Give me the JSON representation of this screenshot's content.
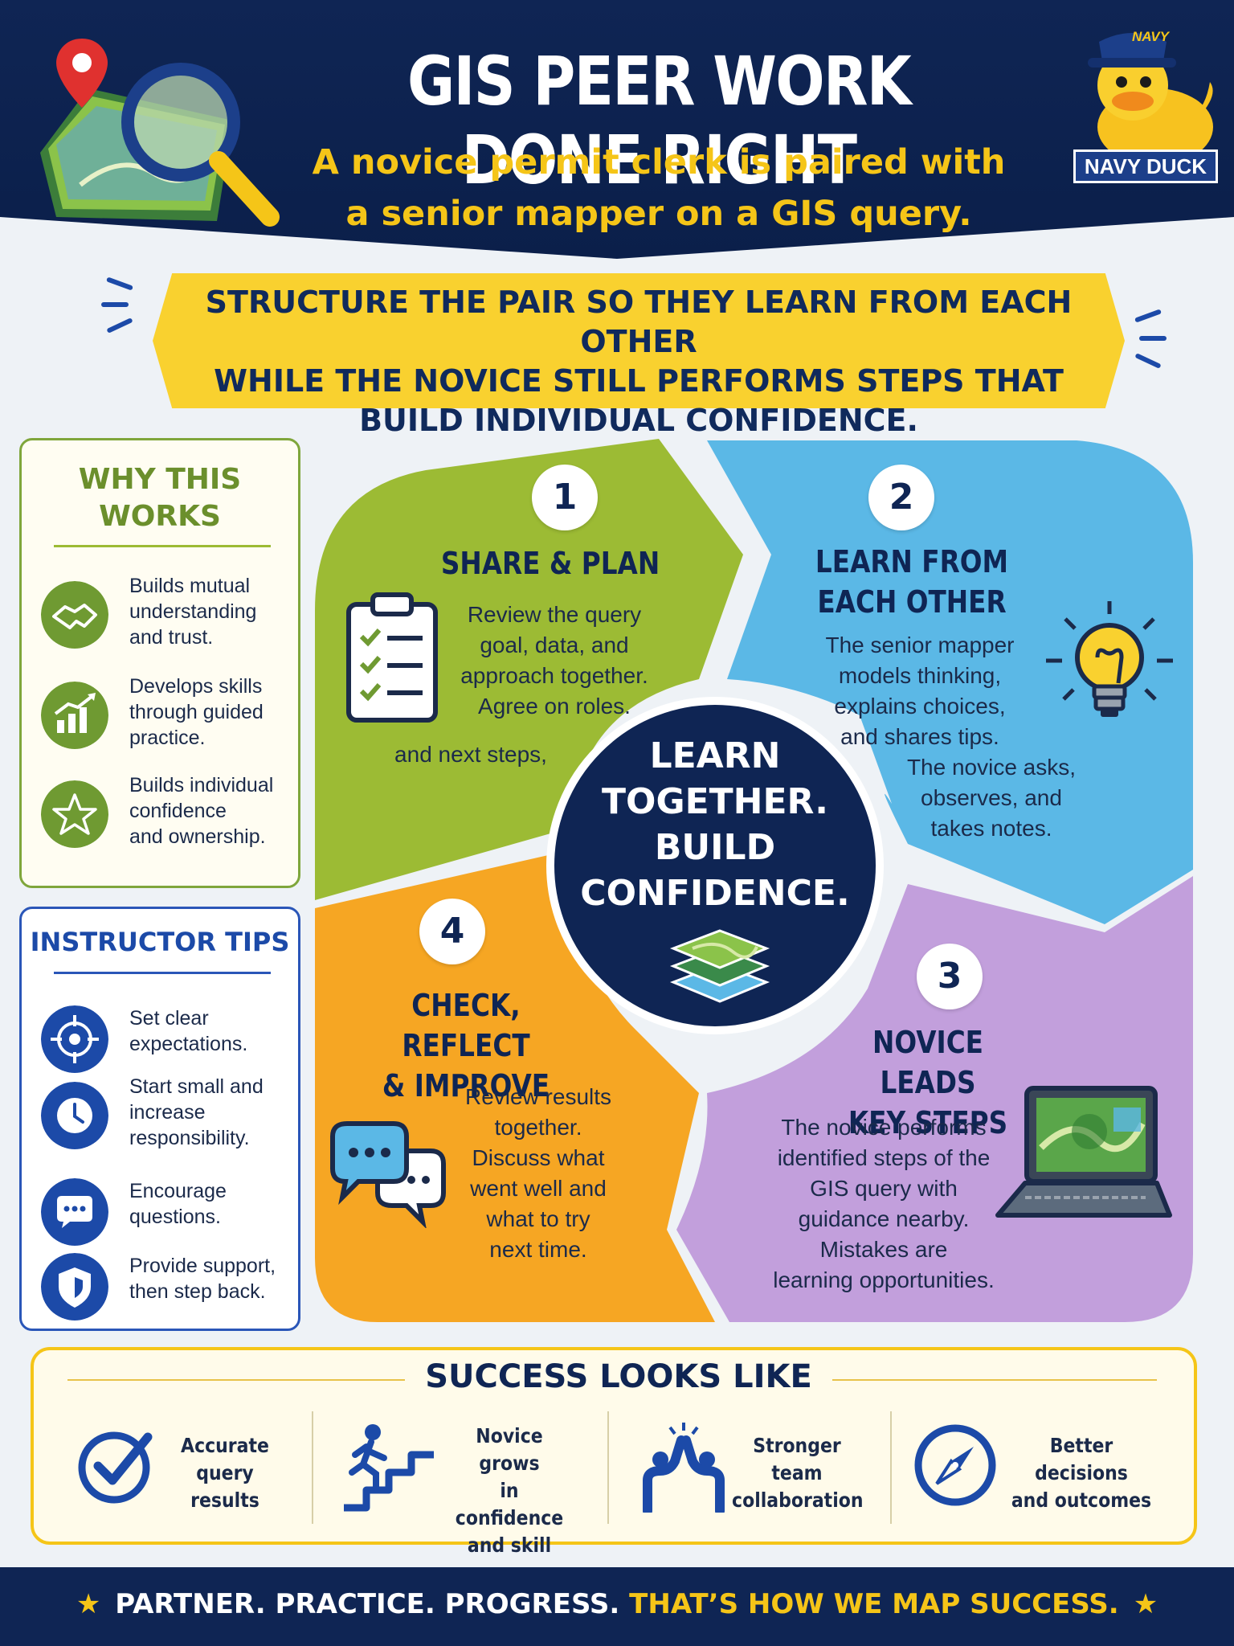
{
  "header": {
    "title": "GIS PEER WORK DONE RIGHT",
    "subtitle_line1": "A novice permit clerk is paired with",
    "subtitle_line2": "a senior mapper on a GIS query.",
    "duck_cap_text": "NAVY",
    "duck_badge": "NAVY DUCK"
  },
  "banner": {
    "line1": "STRUCTURE THE PAIR SO THEY LEARN FROM EACH OTHER",
    "line2": "WHILE THE NOVICE STILL PERFORMS STEPS THAT",
    "line3": "BUILD INDIVIDUAL CONFIDENCE."
  },
  "why": {
    "title_line1": "WHY THIS",
    "title_line2": "WORKS",
    "items": [
      {
        "icon": "handshake-icon",
        "l1": "Builds mutual",
        "l2": "understanding",
        "l3": "and trust."
      },
      {
        "icon": "growth-chart-icon",
        "l1": "Develops skills",
        "l2": "through guided",
        "l3": "practice."
      },
      {
        "icon": "star-icon",
        "l1": "Builds individual",
        "l2": "confidence",
        "l3": "and ownership."
      }
    ]
  },
  "tips": {
    "title": "INSTRUCTOR TIPS",
    "items": [
      {
        "icon": "target-icon",
        "l1": "Set clear",
        "l2": "expectations.",
        "l3": ""
      },
      {
        "icon": "clock-icon",
        "l1": "Start small and",
        "l2": "increase",
        "l3": "responsibility."
      },
      {
        "icon": "chat-icon",
        "l1": "Encourage",
        "l2": "questions.",
        "l3": ""
      },
      {
        "icon": "shield-icon",
        "l1": "Provide support,",
        "l2": "then step back.",
        "l3": ""
      }
    ]
  },
  "cycle": {
    "center_line1": "LEARN",
    "center_line2": "TOGETHER.",
    "center_line3": "BUILD",
    "center_line4": "CONFIDENCE.",
    "steps": [
      {
        "number": "1",
        "title_l1": "SHARE & PLAN",
        "title_l2": "",
        "body": [
          "Review the query",
          "goal, data, and",
          "approach together.",
          "Agree on roles."
        ],
        "extra": "and next steps,",
        "icon": "clipboard-icon",
        "color": "#9cbb34"
      },
      {
        "number": "2",
        "title_l1": "LEARN FROM",
        "title_l2": "EACH OTHER",
        "body": [
          "The senior mapper",
          "models thinking,",
          "explains choices,",
          "and shares tips.",
          "The novice asks,",
          "observes, and",
          "takes notes."
        ],
        "icon": "lightbulb-icon",
        "color": "#5bb8e6"
      },
      {
        "number": "3",
        "title_l1": "NOVICE LEADS",
        "title_l2": "KEY STEPS",
        "body": [
          "The novice performs",
          "identified steps of the",
          "GIS query with",
          "guidance nearby.",
          "Mistakes are",
          "learning opportunities."
        ],
        "icon": "laptop-icon",
        "color": "#c29fdc"
      },
      {
        "number": "4",
        "title_l1": "CHECK, REFLECT",
        "title_l2": "& IMPROVE",
        "body": [
          "Review results",
          "together.",
          "Discuss what",
          "went well and",
          "what to try",
          "next time."
        ],
        "icon": "speech-bubbles-icon",
        "color": "#f6a623"
      }
    ]
  },
  "success": {
    "title": "SUCCESS LOOKS LIKE",
    "items": [
      {
        "icon": "checkmark-icon",
        "l1": "Accurate",
        "l2": "query results",
        "l3": ""
      },
      {
        "icon": "stairs-climber-icon",
        "l1": "Novice grows",
        "l2": "in confidence",
        "l3": "and skill"
      },
      {
        "icon": "high-five-icon",
        "l1": "Stronger team",
        "l2": "collaboration",
        "l3": ""
      },
      {
        "icon": "compass-icon",
        "l1": "Better decisions",
        "l2": "and outcomes",
        "l3": ""
      }
    ]
  },
  "footer": {
    "part1": "PARTNER. PRACTICE. PROGRESS.",
    "part2": "THAT’S HOW WE MAP SUCCESS."
  },
  "colors": {
    "navy": "#0f2554",
    "yellow": "#f5c518",
    "green": "#9cbb34",
    "blue": "#5bb8e6",
    "purple": "#c29fdc",
    "orange": "#f6a623"
  }
}
